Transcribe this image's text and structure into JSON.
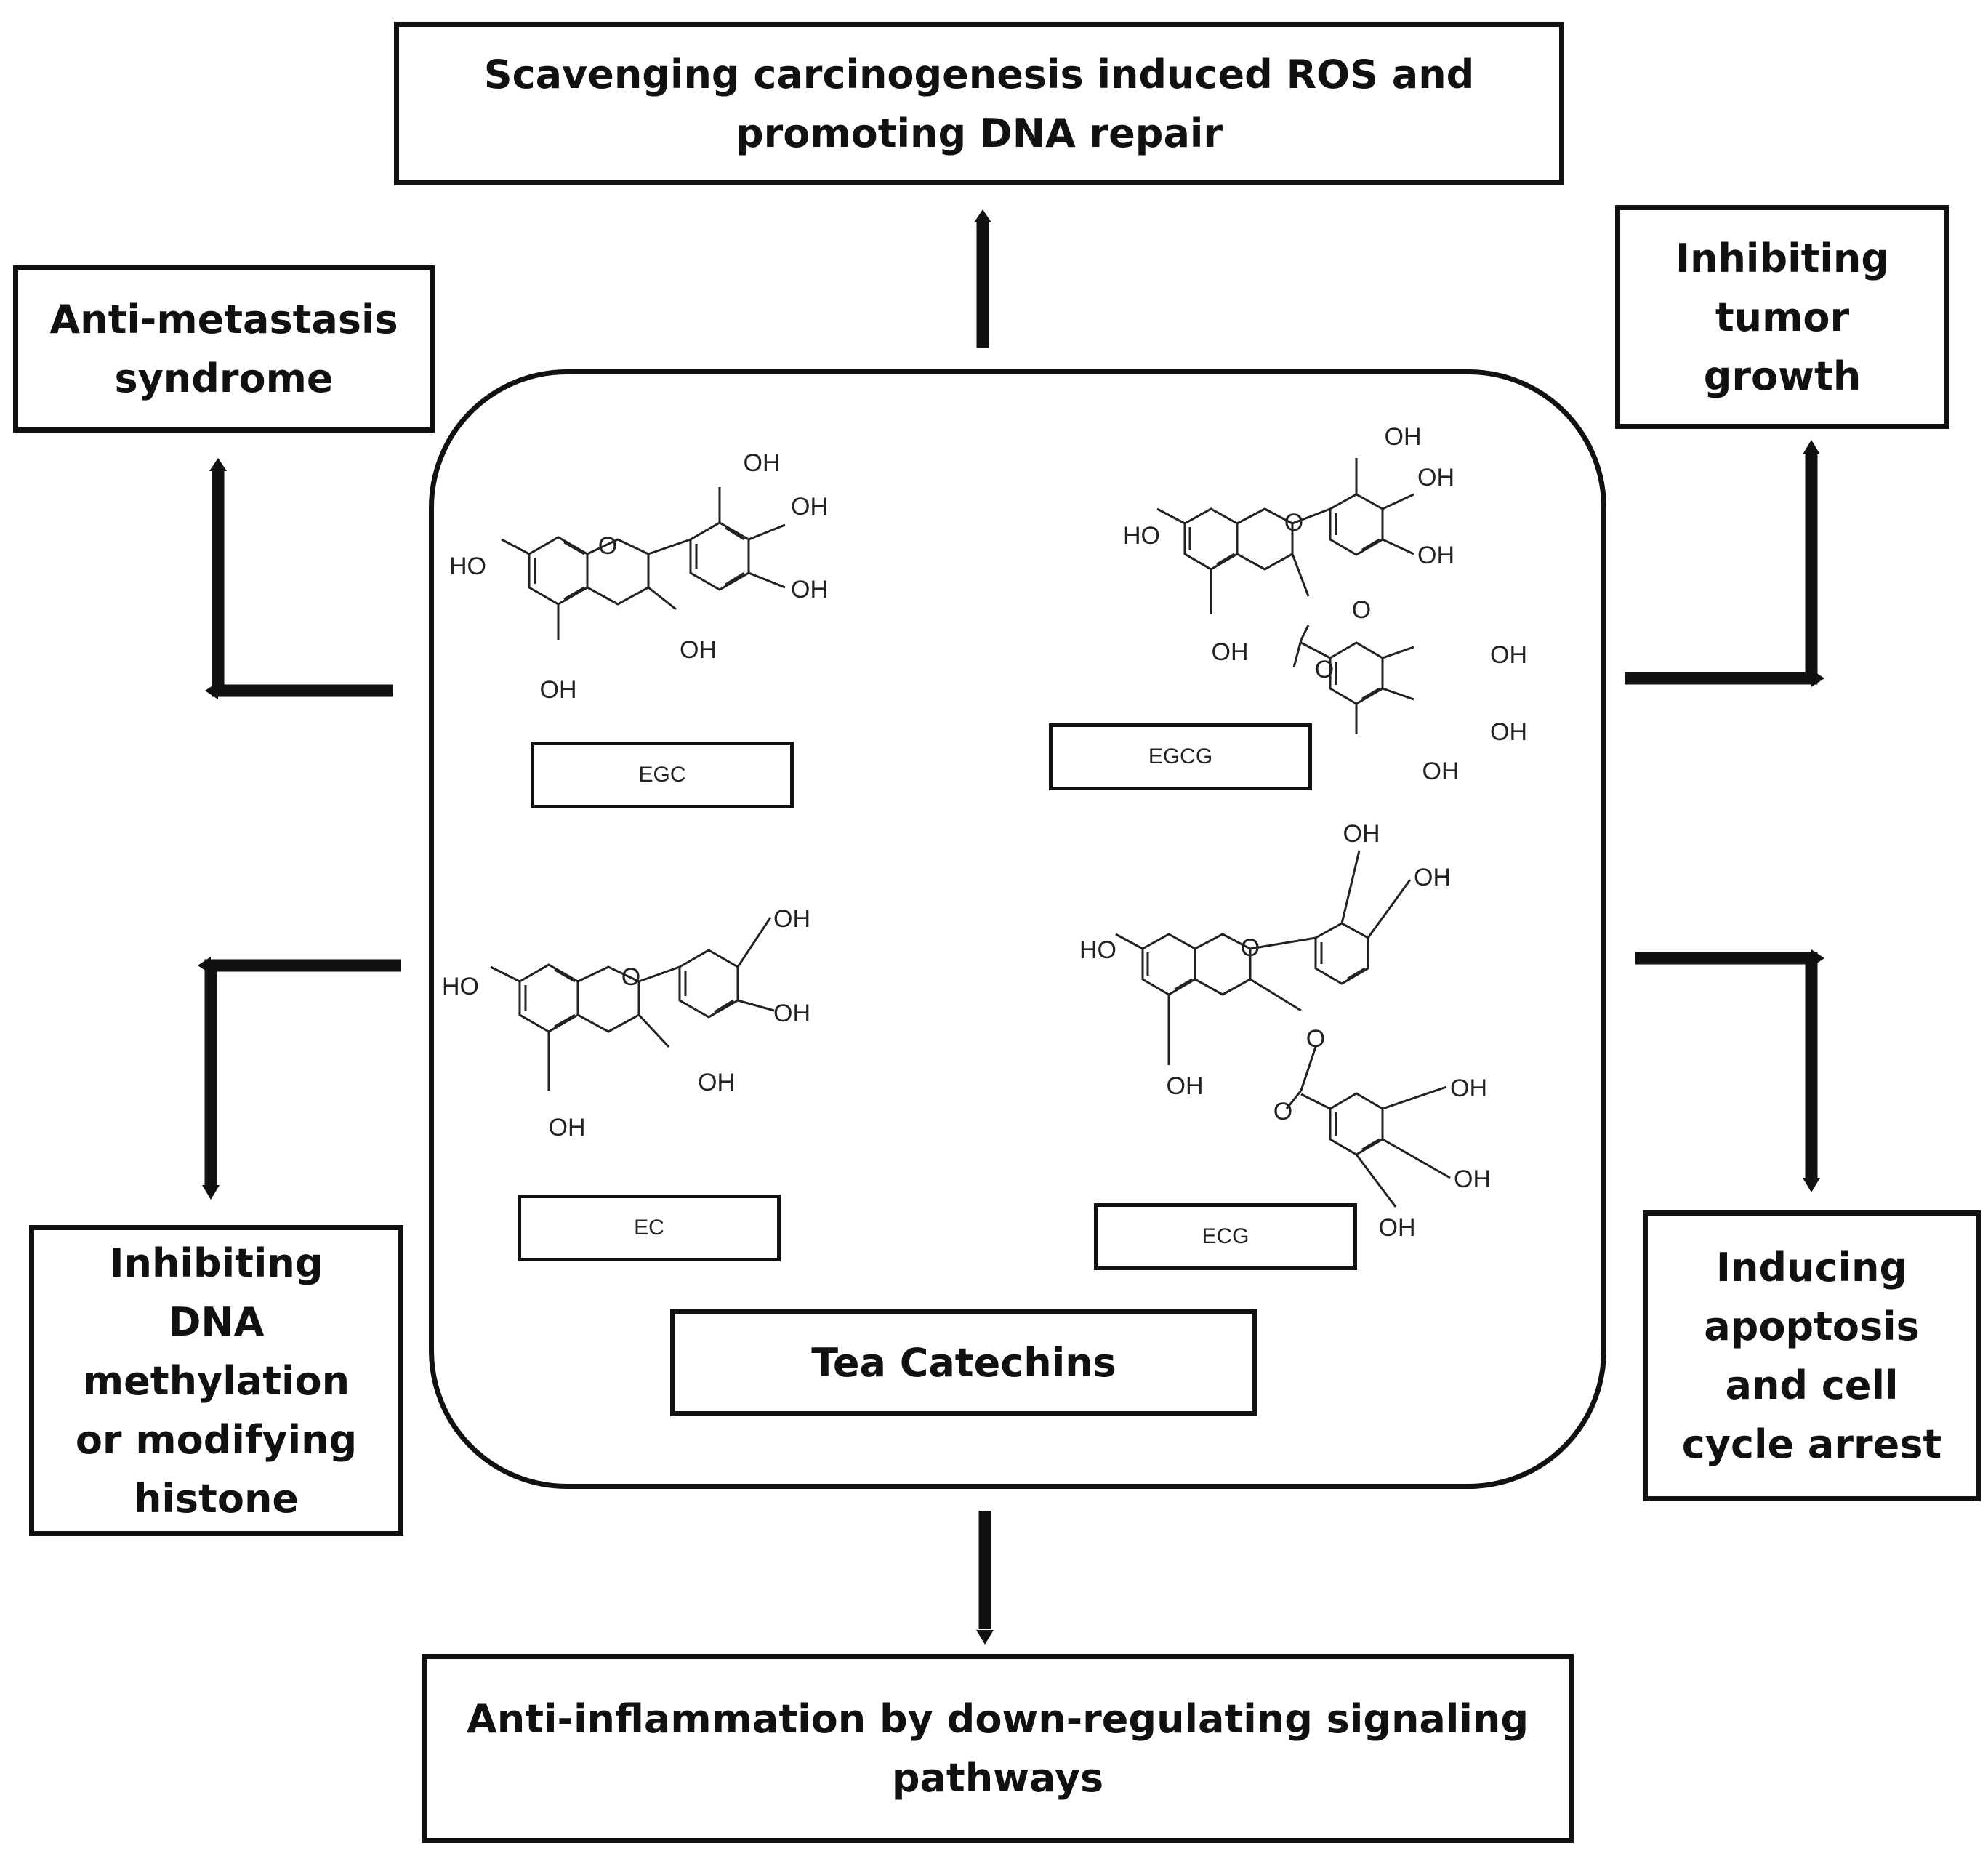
{
  "center": {
    "title": "Tea Catechins",
    "compounds": [
      {
        "name": "EGC",
        "labels": {
          "oh_top": "OH",
          "oh_right_upper": "OH",
          "oh_right_lower": "OH",
          "ho_left": "HO",
          "oh_c3": "OH",
          "oh_bottom": "OH"
        }
      },
      {
        "name": "EGCG",
        "labels": {
          "oh_top": "OH",
          "oh_right_upper": "OH",
          "oh_right_lower": "OH",
          "ho_left": "HO",
          "o_ester": "O",
          "oh_bottom": "OH",
          "o_carbonyl": "O",
          "oh_g_upper": "OH",
          "oh_g_mid": "OH",
          "oh_g_lower": "OH"
        }
      },
      {
        "name": "EC",
        "labels": {
          "oh_right_upper": "OH",
          "oh_right_lower": "OH",
          "ho_left": "HO",
          "oh_c3": "OH",
          "oh_bottom": "OH"
        }
      },
      {
        "name": "ECG",
        "labels": {
          "oh_top": "OH",
          "oh_right_upper": "OH",
          "ho_left": "HO",
          "o_ester": "O",
          "oh_bottom": "OH",
          "o_carbonyl": "O",
          "oh_g_upper": "OH",
          "oh_g_mid": "OH",
          "oh_g_lower": "OH"
        }
      }
    ],
    "ring_oxygen": "O"
  },
  "outcomes": {
    "top": "Scavenging carcinogenesis induced ROS and promoting DNA repair",
    "top_left": "Anti-metastasis syndrome",
    "top_right": "Inhibiting tumor growth",
    "bottom_left": "Inhibiting DNA methylation or modifying histone",
    "bottom_right": "Inducing apoptosis and cell cycle arrest",
    "bottom": "Anti-inflammation by down-regulating signaling pathways"
  }
}
